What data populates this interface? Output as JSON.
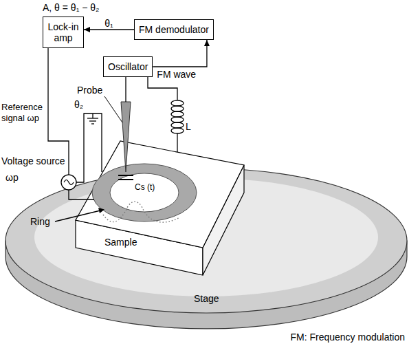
{
  "diagram": {
    "nodes": [
      {
        "text": [
          "Lock-in amp"
        ]
      },
      {
        "text": [
          "FM demodulator"
        ]
      },
      {
        "text": [
          "Oscillator"
        ]
      }
    ],
    "edges": [
      {
        "from": 1,
        "to": 0,
        "arrow": "to",
        "label": "θ₁"
      },
      {
        "from": 2,
        "to": 1,
        "arrow": "to",
        "label": "FM wave"
      }
    ],
    "labels": [
      "A, θ = θ₁ − θ₂",
      "Reference signal ωp",
      "θ₂",
      "Voltage source",
      "ωp",
      "Probe",
      "L",
      "Cs (t)",
      "Ring",
      "Sample",
      "Stage",
      "FM: Frequency modulation"
    ]
  }
}
